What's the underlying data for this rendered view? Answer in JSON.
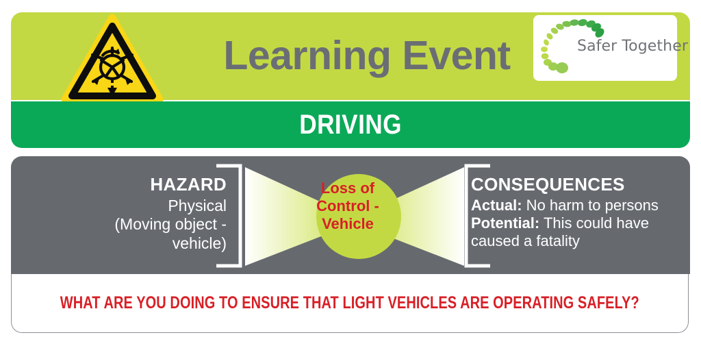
{
  "header": {
    "title": "Learning Event",
    "warning_icon_name": "moving-object-hazard-triangle",
    "logo": {
      "text": "Safer Together",
      "swoosh_icon_name": "green-dotted-swoosh"
    }
  },
  "subtitle": {
    "text": "DRIVING"
  },
  "bowtie": {
    "hazard": {
      "heading": "HAZARD",
      "lines": [
        "Physical",
        "(Moving object -",
        "vehicle)"
      ]
    },
    "center": {
      "lines": [
        "Loss of",
        "Control -",
        "Vehicle"
      ]
    },
    "consequences": {
      "heading": "CONSEQUENCES",
      "actual_label": "Actual:",
      "actual_value": " No harm to persons",
      "potential_label": "Potential:",
      "potential_value": " This could have caused a fatality"
    }
  },
  "question": {
    "text": "WHAT ARE YOU DOING TO ENSURE THAT LIGHT VEHICLES ARE OPERATING SAFELY?"
  },
  "colors": {
    "header_lime": "#c3d944",
    "band_green": "#0aa958",
    "panel_gray": "#666a6f",
    "accent_red": "#d81f26",
    "title_gray": "#6a6e74",
    "white": "#ffffff",
    "triangle_yellow": "#f9d616"
  }
}
